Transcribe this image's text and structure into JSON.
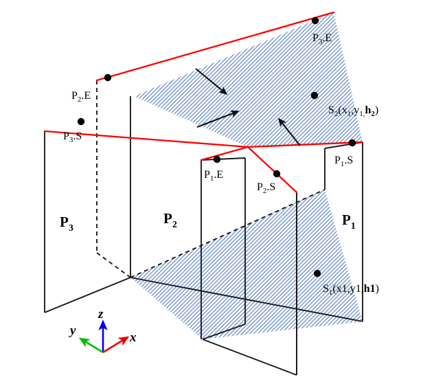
{
  "figure": {
    "title": "Three vertical planes P1, P2, P3 with shaded swept surfaces and start/end points",
    "background_color": "#ffffff",
    "line_color": "#1a1a1a",
    "accent_color": "#ff0000",
    "hatch_color": "#6f90c8",
    "dot_color": "#000000"
  },
  "planes": [
    {
      "id": "P1",
      "label": "P",
      "subscript": "1"
    },
    {
      "id": "P2",
      "label": "P",
      "subscript": "2"
    },
    {
      "id": "P3",
      "label": "P",
      "subscript": "3"
    }
  ],
  "endpoints": [
    {
      "id": "P3E",
      "text": "P",
      "sub": "3",
      "tail": ".E"
    },
    {
      "id": "P2E",
      "text": "P",
      "sub": "2",
      "tail": ".E"
    },
    {
      "id": "P3S",
      "text": "P",
      "sub": "3",
      "tail": ".S"
    },
    {
      "id": "P1E",
      "text": "P",
      "sub": "1",
      "tail": ".E"
    },
    {
      "id": "P2S",
      "text": "P",
      "sub": "2",
      "tail": ".S"
    },
    {
      "id": "P1S",
      "text": "P",
      "sub": "1",
      "tail": ".S"
    }
  ],
  "samples": {
    "s2": {
      "name": "S",
      "sub": "2",
      "open": "(x",
      "x_sub": "1",
      "comma1": ",y",
      "y_sub": "1,",
      "h": "h",
      "h_sub": "2",
      "close": ")"
    },
    "s1": {
      "name": "S",
      "sub": "1",
      "open": "(x1,y1,",
      "h": "h1",
      "close": ")"
    }
  },
  "axes": {
    "x": {
      "label": "x",
      "color": "#ee0000"
    },
    "y": {
      "label": "y",
      "color": "#00bb00"
    },
    "z": {
      "label": "z",
      "color": "#0000ee"
    }
  },
  "arrows": [
    {
      "id": "normal-arrow-1",
      "direction": "down-right"
    },
    {
      "id": "normal-arrow-2",
      "direction": "up-right"
    },
    {
      "id": "normal-arrow-3",
      "direction": "up-left"
    }
  ]
}
